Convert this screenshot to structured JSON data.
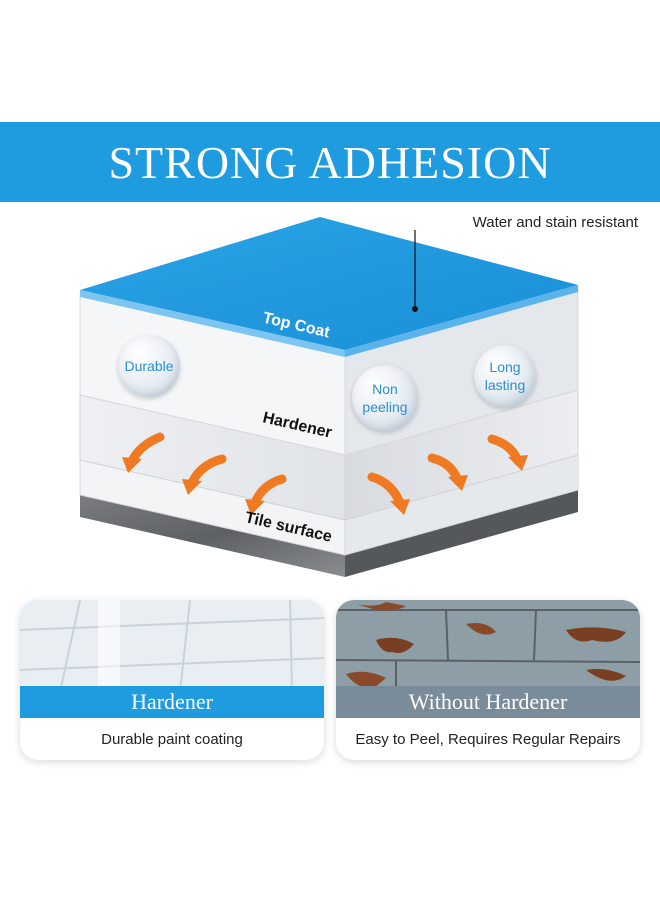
{
  "header": {
    "title": "STRONG ADHESION"
  },
  "diagram": {
    "annotation": "Water and stain resistant",
    "layers": {
      "top_coat": "Top Coat",
      "hardener": "Hardener",
      "tile_surface": "Tile surface"
    },
    "bubbles": [
      {
        "line1": "Durable",
        "line2": ""
      },
      {
        "line1": "Non",
        "line2": "peeling"
      },
      {
        "line1": "Long",
        "line2": "lasting"
      }
    ],
    "colors": {
      "top_coat": "#1f9be0",
      "arrow": "#f07a22"
    }
  },
  "comparison": [
    {
      "title": "Hardener",
      "description": "Durable paint coating",
      "color": "#1f9be0"
    },
    {
      "title": "Without Hardener",
      "description": "Easy to Peel, Requires Regular Repairs",
      "color": "#7a8c9a"
    }
  ]
}
